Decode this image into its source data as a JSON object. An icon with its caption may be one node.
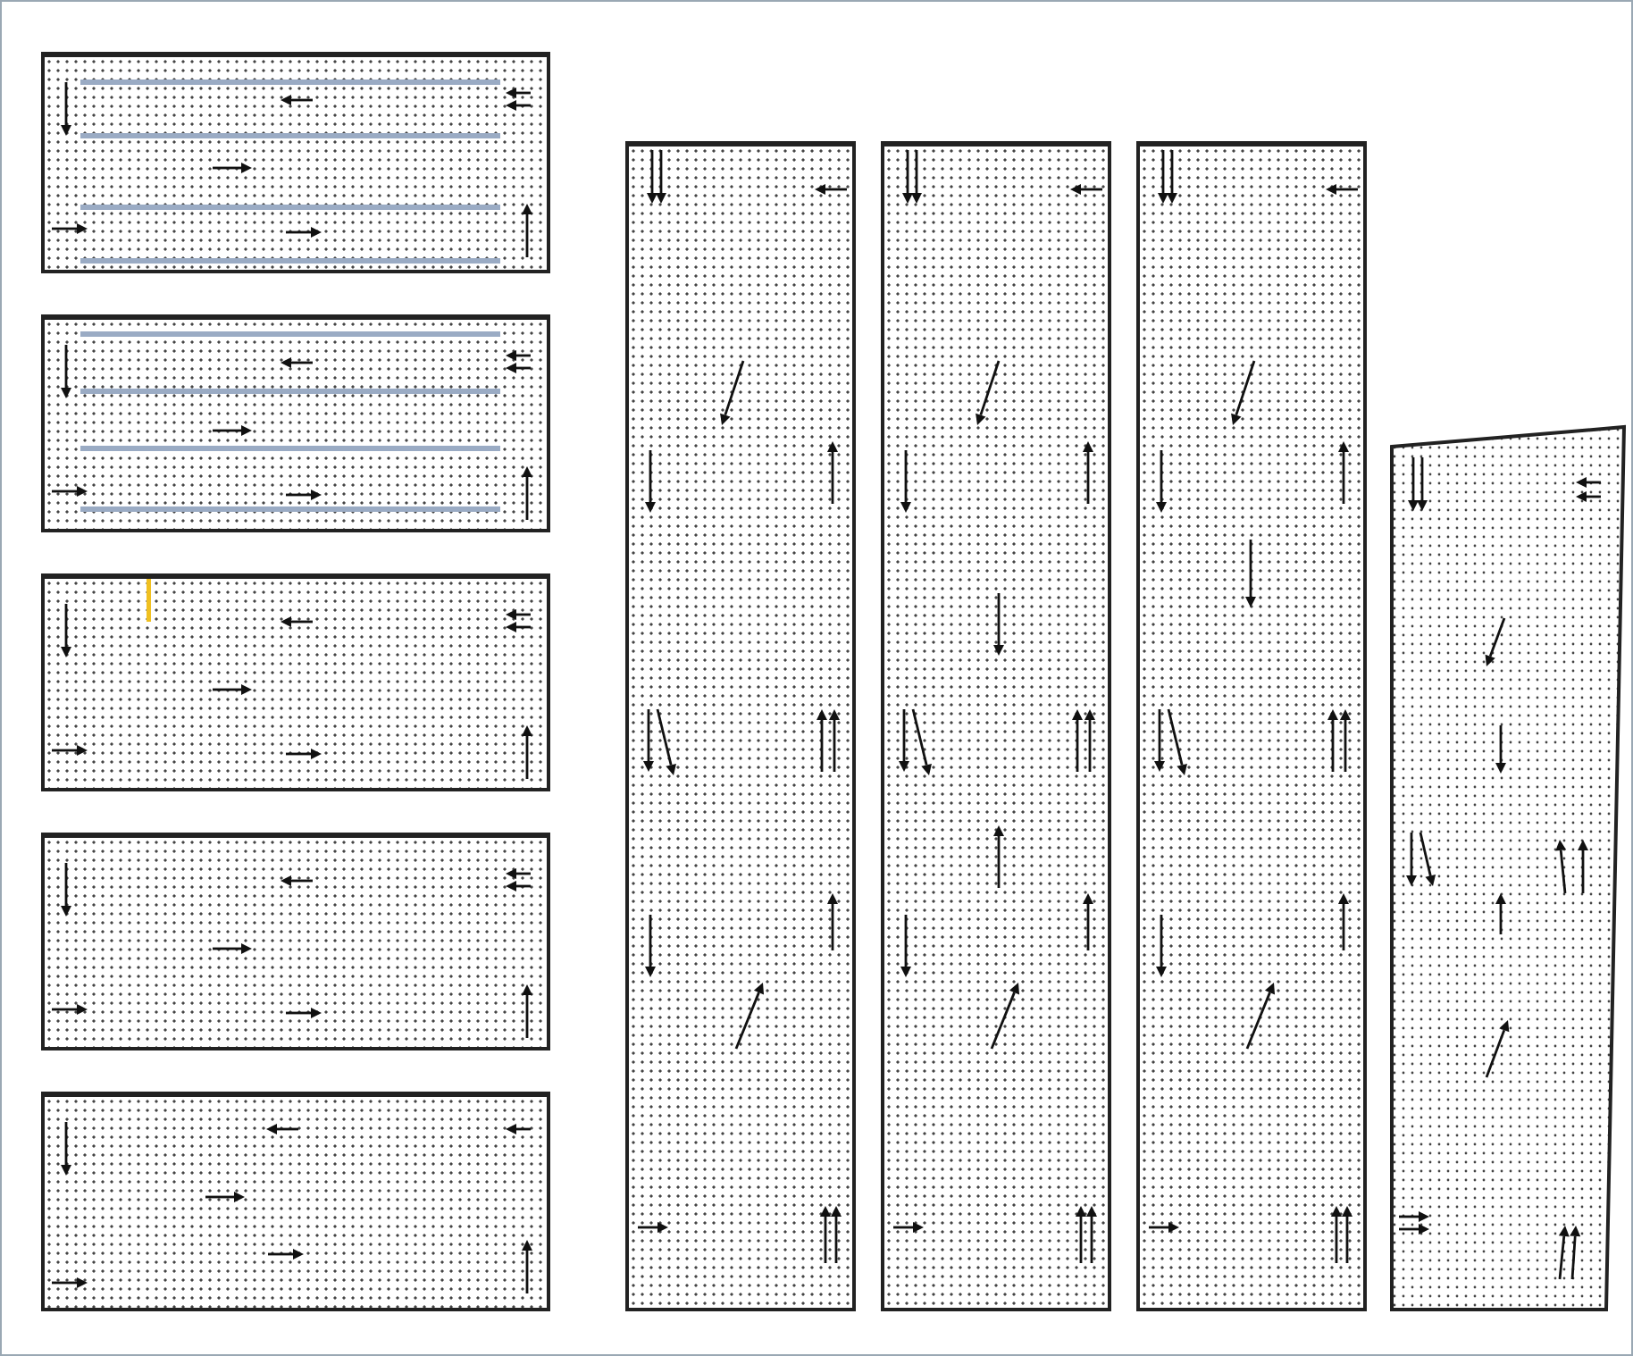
{
  "diagram": {
    "nodes": [
      {
        "text": [],
        "shape": "box"
      },
      {
        "text": [],
        "shape": "box"
      },
      {
        "text": [],
        "shape": "box"
      },
      {
        "text": [],
        "shape": "box"
      },
      {
        "text": [],
        "shape": "box"
      },
      {
        "text": [],
        "shape": "box"
      },
      {
        "text": [],
        "shape": "box"
      },
      {
        "text": [],
        "shape": "box"
      },
      {
        "text": [],
        "shape": "box"
      }
    ]
  }
}
